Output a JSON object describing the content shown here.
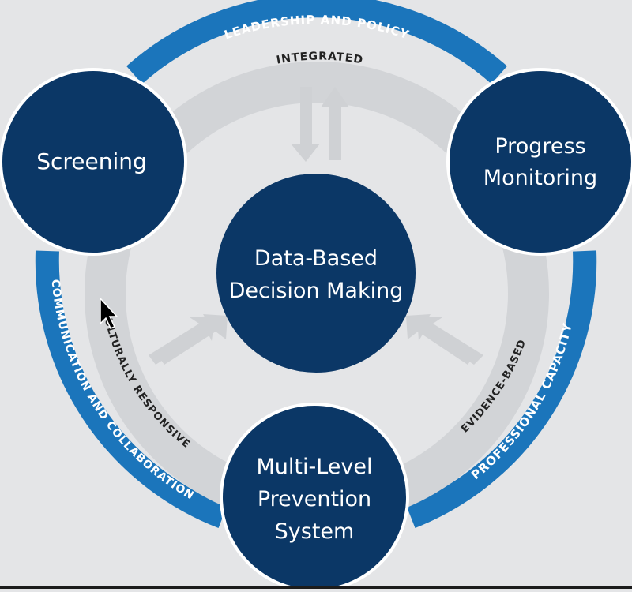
{
  "diagram": {
    "outer_labels": {
      "top": "LEADERSHIP AND POLICY",
      "left": "COMMUNICATION AND COLLABORATION",
      "right": "PROFESSIONAL CAPACITY"
    },
    "inner_labels": {
      "top": "INTEGRATED",
      "left": "CULTURALLY RESPONSIVE",
      "right": "EVIDENCE-BASED"
    },
    "nodes": {
      "screening": {
        "line1": "Screening"
      },
      "progress": {
        "line1": "Progress",
        "line2": "Monitoring"
      },
      "center": {
        "line1": "Data-Based",
        "line2": "Decision Making"
      },
      "mlps": {
        "line1": "Multi-Level",
        "line2": "Prevention",
        "line3": "System"
      }
    },
    "colors": {
      "background": "#e4e5e7",
      "node_fill": "#0b3766",
      "node_text": "#ffffff",
      "outer_band": "#1b75bb",
      "inner_band": "#d2d4d7",
      "inner_text": "#222222"
    }
  }
}
